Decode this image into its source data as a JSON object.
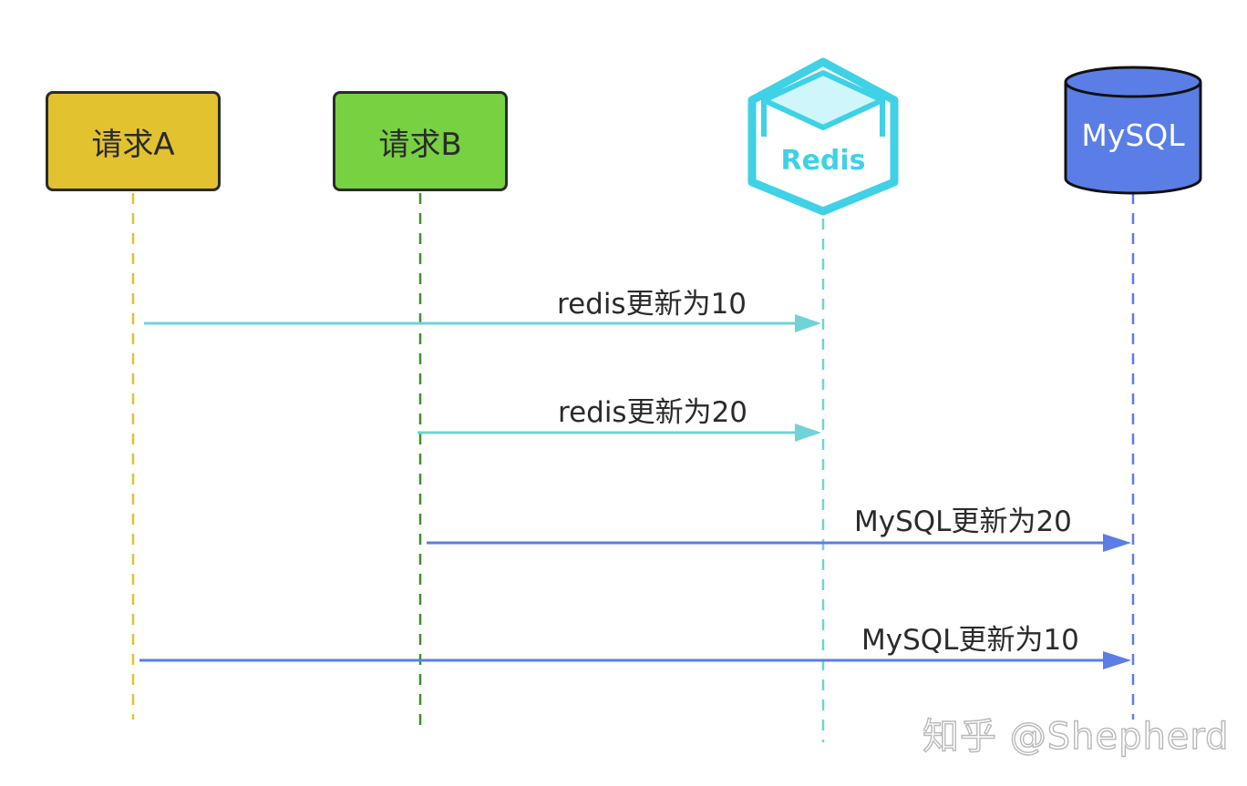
{
  "actors": {
    "request_a": {
      "label": "请求A",
      "color": "#e2c22f"
    },
    "request_b": {
      "label": "请求B",
      "color": "#78d141"
    },
    "redis": {
      "label": "Redis",
      "color": "#3fd1e6"
    },
    "mysql": {
      "label": "MySQL",
      "color": "#5a7ee6"
    }
  },
  "messages": [
    {
      "from": "请求A",
      "to": "Redis",
      "label": "redis更新为10"
    },
    {
      "from": "请求B",
      "to": "Redis",
      "label": "redis更新为20"
    },
    {
      "from": "请求B",
      "to": "MySQL",
      "label": "MySQL更新为20"
    },
    {
      "from": "请求A",
      "to": "MySQL",
      "label": "MySQL更新为10"
    }
  ],
  "watermark": "知乎 @Shepherd"
}
